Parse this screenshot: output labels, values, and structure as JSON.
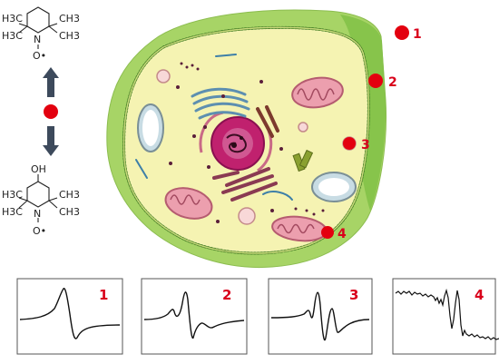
{
  "molecules": {
    "top": {
      "substituents": [
        "H3C",
        "CH3",
        "H3C",
        "CH3"
      ],
      "nitroxide": [
        "N",
        "O•"
      ]
    },
    "bottom": {
      "hydroxyl": "OH",
      "substituents": [
        "H3C",
        "CH3",
        "H3C",
        "CH3"
      ],
      "nitroxide": [
        "N",
        "O•"
      ]
    }
  },
  "location_markers": [
    "1",
    "2",
    "3",
    "4"
  ],
  "spectra": [
    {
      "label": "1",
      "lineshape": "single broad derivative line"
    },
    {
      "label": "2",
      "lineshape": "central derivative line with two weak side features"
    },
    {
      "label": "3",
      "lineshape": "sharp central derivative line with side features"
    },
    {
      "label": "4",
      "lineshape": "noisy derivative line on sloping baseline"
    }
  ],
  "colors": {
    "marker": "#e3000f",
    "label": "#d9001b",
    "arrow": "#3d4a5c",
    "cell_wall": "#a7d466",
    "cytoplasm": "#f5f3b2",
    "membrane": "#3f7a22",
    "nucleus": "#c0216e",
    "mitochondrion": "#ec9fae",
    "golgi": "#5d8fb0",
    "vacuole": "#cde7f1"
  },
  "icons": [
    "red-dot-icon",
    "arrow-up-icon",
    "arrow-down-icon"
  ]
}
